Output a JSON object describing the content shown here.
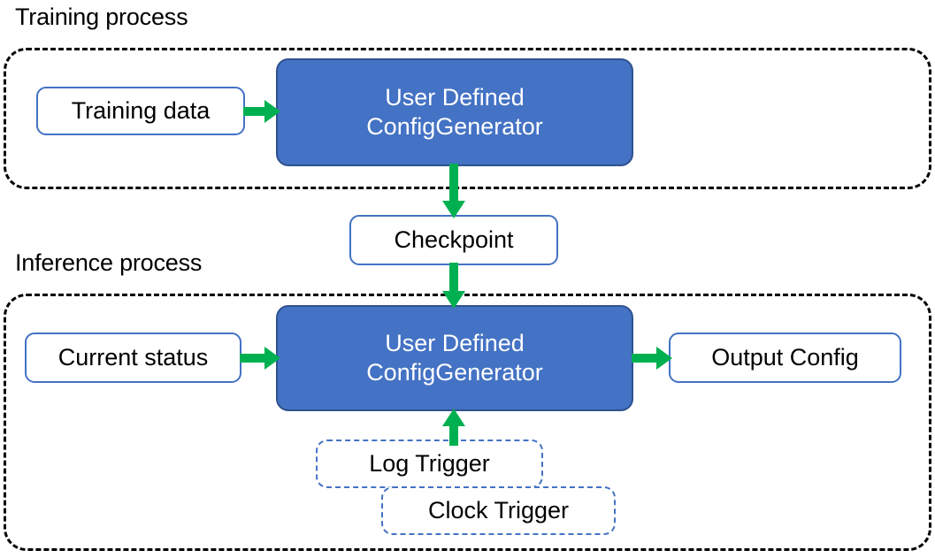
{
  "diagram": {
    "title_training": "Training process",
    "title_inference": "Inference process",
    "colors": {
      "process_fill": "#4472C4",
      "process_stroke": "#2F528F",
      "node_stroke": "#4472C4",
      "arrow": "#00B050",
      "group_stroke": "#000000",
      "text": "#000000",
      "process_text": "#ffffff"
    },
    "groups": [
      {
        "id": "training",
        "label": "Training process",
        "style": "dashed-black-rounded"
      },
      {
        "id": "inference",
        "label": "Inference process",
        "style": "dashed-black-rounded"
      }
    ],
    "nodes": {
      "training_data": "Training data",
      "generator_training_line1": "User Defined",
      "generator_training_line2": "ConfigGenerator",
      "checkpoint": "Checkpoint",
      "current_status": "Current status",
      "generator_inference_line1": "User Defined",
      "generator_inference_line2": "ConfigGenerator",
      "output_config": "Output Config",
      "log_trigger": "Log Trigger",
      "clock_trigger": "Clock Trigger"
    },
    "edges": [
      {
        "id": "trainingdata-to-generator",
        "from": "Training data",
        "to": "User Defined ConfigGenerator",
        "direction": "right"
      },
      {
        "id": "generator-to-checkpoint",
        "from": "User Defined ConfigGenerator",
        "to": "Checkpoint",
        "direction": "down"
      },
      {
        "id": "checkpoint-to-generator",
        "from": "Checkpoint",
        "to": "User Defined ConfigGenerator",
        "direction": "down"
      },
      {
        "id": "status-to-generator",
        "from": "Current status",
        "to": "User Defined ConfigGenerator",
        "direction": "right"
      },
      {
        "id": "generator-to-output",
        "from": "User Defined ConfigGenerator",
        "to": "Output Config",
        "direction": "right"
      },
      {
        "id": "trigger-to-generator",
        "from": "Log Trigger / Clock Trigger",
        "to": "User Defined ConfigGenerator",
        "direction": "up"
      }
    ]
  }
}
